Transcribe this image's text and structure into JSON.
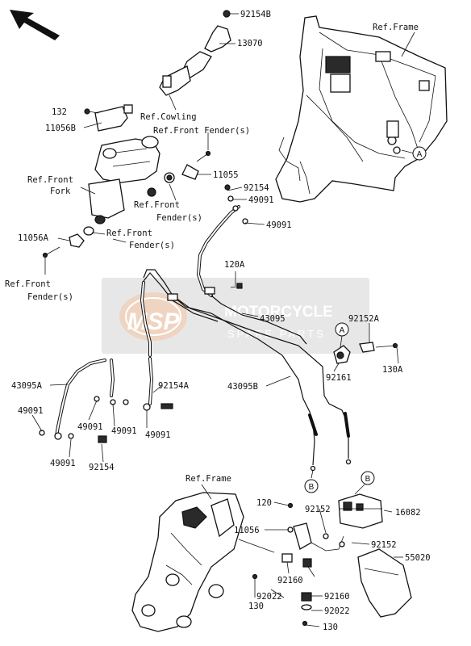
{
  "watermark": {
    "brand": "MSP",
    "title": "MOTORCYCLE",
    "subtitle": "SPARE PARTS"
  },
  "labels": {
    "p92154B": "92154B",
    "p13070": "13070",
    "ref_frame_top": "Ref.Frame",
    "ref_cowling": "Ref.Cowling",
    "p132": "132",
    "p11056B": "11056B",
    "ref_front_fender_1": "Ref.Front Fender(s)",
    "p11055": "11055",
    "ref_front_fork_a": "Ref.Front",
    "ref_front_fork_b": "Fork",
    "p92154": "92154",
    "p49091_a": "49091",
    "ref_front_fender_2a": "Ref.Front",
    "ref_front_fender_2b": "Fender(s)",
    "p49091_b": "49091",
    "p11056A": "11056A",
    "ref_front_fender_3a": "Ref.Front",
    "ref_front_fender_3b": "Fender(s)",
    "ref_front_fender_4a": "Ref.Front",
    "ref_front_fender_4b": "Fender(s)",
    "p120A": "120A",
    "p43095": "43095",
    "p92152A": "92152A",
    "p92161": "92161",
    "p130A": "130A",
    "p43095A": "43095A",
    "p92154A": "92154A",
    "p43095B": "43095B",
    "p49091_c": "49091",
    "p49091_d": "49091",
    "p49091_e": "49091",
    "p49091_f": "49091",
    "p49091_g": "49091",
    "p92154_b": "92154",
    "ref_frame_bottom": "Ref.Frame",
    "p120": "120",
    "p92152_a": "92152",
    "p16082": "16082",
    "p11056": "11056",
    "p92152_b": "92152",
    "p55020": "55020",
    "p92160_a": "92160",
    "p92022_a": "92022",
    "p130_a": "130",
    "p92160_b": "92160",
    "p92022_b": "92022",
    "p130_b": "130"
  },
  "callouts": {
    "a": "A",
    "b": "B"
  },
  "icons": {
    "direction": "front-direction-arrow-icon"
  }
}
